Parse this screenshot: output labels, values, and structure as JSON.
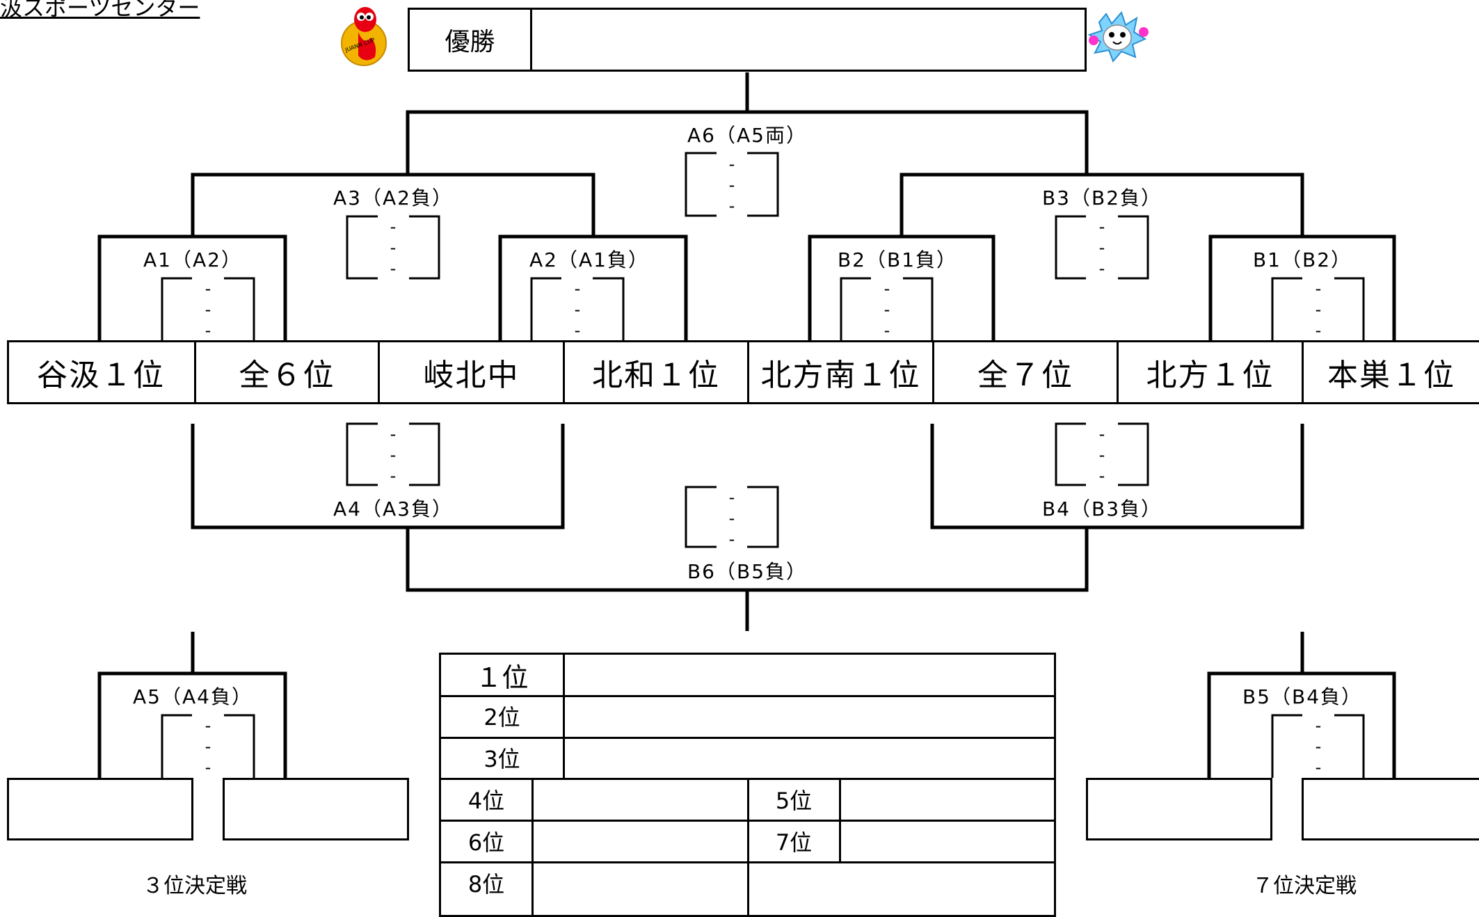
{
  "header": {
    "venue": "汲スポーツセンター",
    "champion_label": "優勝",
    "champion_value": ""
  },
  "icons": {
    "left_logo": "juann-cup-logo-icon",
    "left_logo_text": "JUANN CUP",
    "right_mascot": "mascot-icon"
  },
  "teams": [
    "谷汲１位",
    "全６位",
    "岐北中",
    "北和１位",
    "北方南１位",
    "全７位",
    "北方１位",
    "本巣１位"
  ],
  "matches": {
    "a6": "A6（A5両）",
    "a3": "A3（A2負）",
    "a1": "A1（A2）",
    "a2": "A2（A1負）",
    "b3": "B3（B2負）",
    "b2": "B2（B1負）",
    "b1": "B1（B2）",
    "a4": "A4（A3負）",
    "b4": "B4（B3負）",
    "b6": "B6（B5負）",
    "a5": "A5（A4負）",
    "b5": "B5（B4負）"
  },
  "score_dash": "-",
  "results": {
    "first": "１位",
    "second": "2位",
    "third": "3位",
    "fourth": "4位",
    "fifth": "5位",
    "sixth": "6位",
    "seventh": "7位",
    "eighth": "8位"
  },
  "captions": {
    "third_place_match": "３位決定戦",
    "seventh_place_match": "７位決定戦"
  }
}
